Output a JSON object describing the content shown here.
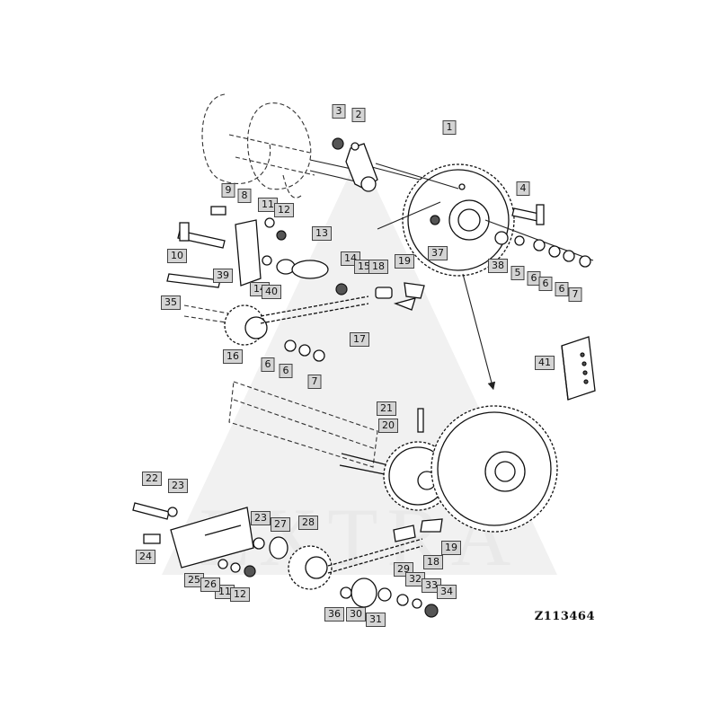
{
  "reference_code": "Z113464",
  "watermark": "EXTRA",
  "callouts": [
    "1",
    "2",
    "3",
    "4",
    "5",
    "6",
    "6",
    "6",
    "7",
    "7",
    "8",
    "9",
    "10",
    "11",
    "11",
    "12",
    "12",
    "13",
    "14",
    "14",
    "15",
    "16",
    "17",
    "18",
    "18",
    "19",
    "19",
    "20",
    "21",
    "22",
    "23",
    "23",
    "24",
    "25",
    "26",
    "27",
    "28",
    "29",
    "30",
    "31",
    "32",
    "33",
    "34",
    "35",
    "36",
    "37",
    "38",
    "39",
    "40",
    "41",
    "6",
    "6"
  ]
}
